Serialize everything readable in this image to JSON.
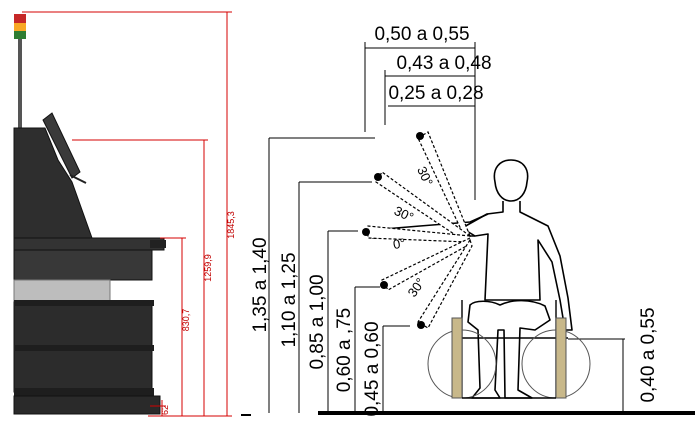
{
  "colors": {
    "dimension_red": "#d40000",
    "machine_dark": "#2a2a2a",
    "machine_mid": "#4a4a4a",
    "machine_light": "#bdbdbd",
    "ink": "#000000"
  },
  "left_drawing": {
    "dimensions": [
      "1845,3",
      "1259,9",
      "830,7",
      "62"
    ]
  },
  "right_drawing": {
    "top_reach": [
      "0,50 a 0,55",
      "0,43 a 0,48",
      "0,25 a 0,28"
    ],
    "heights": [
      "1,35 a 1,40",
      "1,10 a 1,25",
      "0,85 a 1,00",
      "0,60 a ,75",
      "0,45 a 0,60"
    ],
    "armrest_height": "0,40 a 0,55",
    "angles": [
      "30°",
      "30°",
      "0°",
      "30°"
    ]
  }
}
